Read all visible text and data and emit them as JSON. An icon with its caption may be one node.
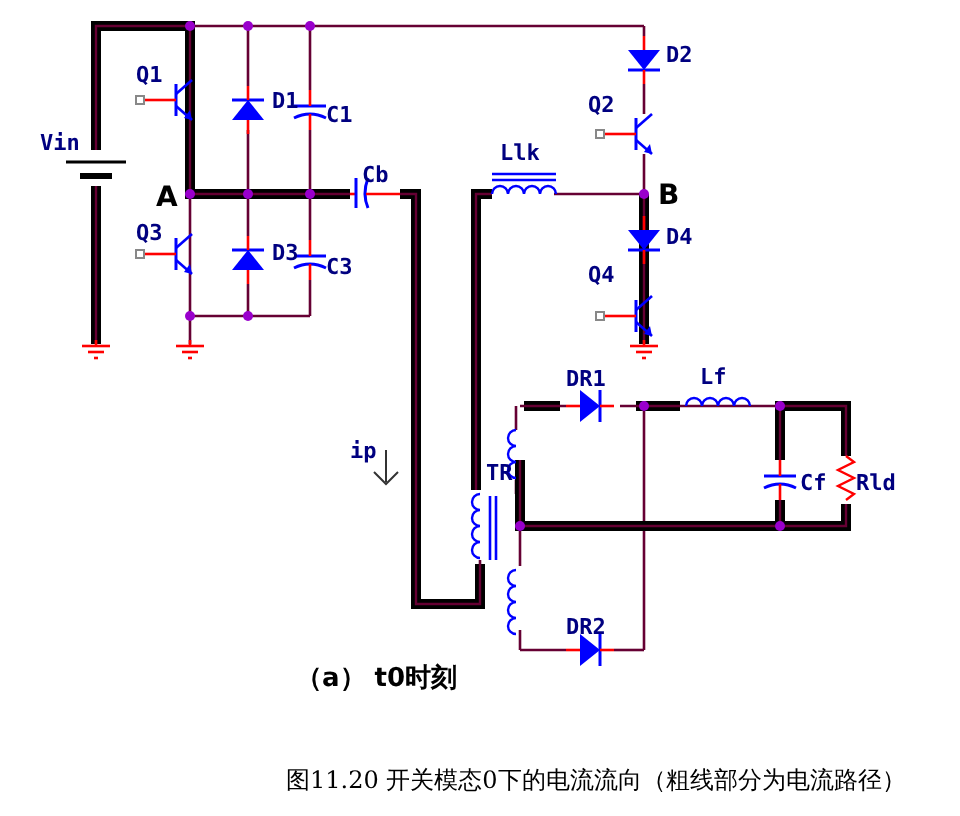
{
  "diagram": {
    "caption": "图11.20 开关模态0下的电流流向（粗线部分为电流路径）",
    "labels": [
      "Vin",
      "Q1",
      "D1",
      "C1",
      "A",
      "Q3",
      "D3",
      "C3",
      "Cb",
      "Llk",
      "B",
      "D2",
      "Q2",
      "D4",
      "Q4",
      "DR1",
      "Lf",
      "ip",
      "TR",
      "Cf",
      "Rld",
      "DR2",
      "（a） t0时刻"
    ]
  }
}
